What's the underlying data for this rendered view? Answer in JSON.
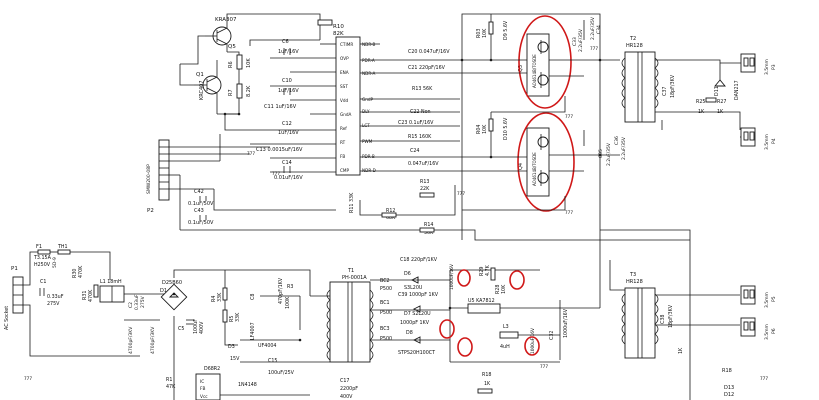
{
  "labels": {
    "kra307": "KRA307",
    "q5": "Q5",
    "q1": "Q1",
    "krc407": "KRC407",
    "r6": "R6",
    "r6v": "10K",
    "r7": "R7",
    "r7v": "8.2K",
    "c6": "C6",
    "c6v": "1uF/16V",
    "r10": "R10",
    "r10v": "82K",
    "c10": "C10",
    "c10v": "1uF/16V",
    "c11v": "C11 1uF/16V",
    "c12": "C12",
    "c12v": "1uF/16V",
    "c13v": "C13  0.0015uF/16V",
    "c14": "C14",
    "c14v": "0.01uF/16V",
    "ic_l1": "CTIMR",
    "ic_l2": "OVP",
    "ic_l3": "ENA",
    "ic_l4": "SST",
    "ic_l5": "Vdd",
    "ic_l6": "GndA",
    "ic_l7": "Ref",
    "ic_l8": "RT",
    "ic_l9": "FB",
    "ic_l10": "CMP",
    "ic_r1": "NDR-B",
    "ic_r2": "PDR-A",
    "ic_r3": "NDR-A",
    "ic_r4": "GndP",
    "ic_r5": "DLY",
    "ic_r6": "LCT",
    "ic_r7": "PWM",
    "ic_r8": "PDR-B",
    "ic_r9": "NDR-D",
    "c20v": "C20  0.047uF/16V",
    "c21v": "C21  220pF/16V",
    "r13v": "R13  56K",
    "c22v": "C22    Non",
    "c23v": "C23  0.1uF/16V",
    "r15v": "R15    160K",
    "c24v": "C24",
    "c24v2": "0.047uF/16V",
    "r13b": "R13",
    "r13bv": "22K",
    "r11v": "R11 33K",
    "r12": "R12",
    "r12v": "68K",
    "r14": "R14",
    "r14v": "36K",
    "conn": "SMW200-08P",
    "p2": "P2",
    "c42": "C42",
    "c42v": "0.1uF/50V",
    "c43": "C43",
    "c43v": "0.1uF/50V",
    "r03": "R03",
    "r03v": "10K",
    "d9v": "D9 5.6V",
    "r04": "R04",
    "r04v": "10K",
    "d10v": "D10 5.6V",
    "q3": "Q3",
    "q3p": "AO4614B/TOSDE",
    "q4": "Q4",
    "q4p": "AO4614B/TOSDE",
    "c33": "C33",
    "c33v": "2.2uF/35V",
    "c34": "C34",
    "c34v": "2.2uF/35V",
    "c35": "C35",
    "c35v": "2.2uF/35V",
    "c36": "C36",
    "c36v": "2.2uF/35V",
    "t2": "T2",
    "t2p": "HR128",
    "t3": "T3",
    "t3p": "HR128",
    "c37": "C37",
    "c37v": "18pF/3KV",
    "c38": "C38",
    "c38v": "18pF/3KV",
    "d11": "D11",
    "d11v": "DAN217",
    "r25": "R25",
    "r25v": "1K",
    "r27": "R27",
    "r27v": "1K",
    "p3": "P3",
    "p4": "P4",
    "p5": "P5",
    "p6": "P6",
    "conn35": "3.5mm",
    "f1": "F1",
    "f1v": "T3.15A",
    "f1v2": "H250V",
    "th1": "TH1",
    "th1v": "5D-9",
    "p1": "P1",
    "ac": "AC Socket",
    "c1": "C1",
    "c1v": "0.33uF",
    "c1v2": "275V",
    "r31": "R31",
    "r31v": "470K",
    "r30": "R30",
    "r30v": "470K",
    "l1": "L1  18mH",
    "c2": "C2",
    "c2v": "0.33uF",
    "c2v2": "275V",
    "c3v": "4700pF/3KV",
    "c4v": "4700pF/3KV",
    "d1": "D1",
    "d1v": "D25B60",
    "c5": "C5",
    "c5v": "100uF",
    "c5v2": "400V",
    "r4": "R4",
    "r4v": "33K",
    "r5": "R5",
    "r5v": "33K",
    "c8": "C8",
    "c8v": "470pF/1KV",
    "r3": "R3",
    "r3v": "100K",
    "d7": "LF4007",
    "d2": "UF4004",
    "d3": "D3",
    "d3v": "15V",
    "c15": "C15",
    "c15v": "100uF/25V",
    "d4": "1N4148",
    "c17": "C17",
    "c17v": "2200pF",
    "c17v2": "400V",
    "r1": "R1",
    "r1v": "47K",
    "d68": "D68R2",
    "fb": "FB",
    "vcc": "Vcc",
    "ic": "IC",
    "t1": "T1",
    "t1p": "PH-0001A",
    "bc2": "BC2",
    "bc1": "BC1",
    "bc3": "BC3",
    "p500": "P500",
    "c18v": "C18  220pF/1KV",
    "d6": "D6",
    "d6v": "S3L20U",
    "c39v": "C39  1000pF 1KV",
    "d7b": "D7  S2L20U",
    "c40v": "1000pF 1KV",
    "d8": "D8",
    "d8v": "STPS20H100CT",
    "r29": "R29",
    "r29v": "4.7K",
    "r28": "R28",
    "r28v": "10K",
    "u5": "U5  KA7812",
    "l3": "L3",
    "l3v": "4uH",
    "c32": "C32",
    "c32v": "1000uF/16V",
    "r18": "R18",
    "r18v": "1K",
    "c25v": "1000uF/16V",
    "c26v": "1000uF/16V",
    "d12": "D12",
    "d13": "D13",
    "d2b": "1K",
    "ground": "777"
  }
}
